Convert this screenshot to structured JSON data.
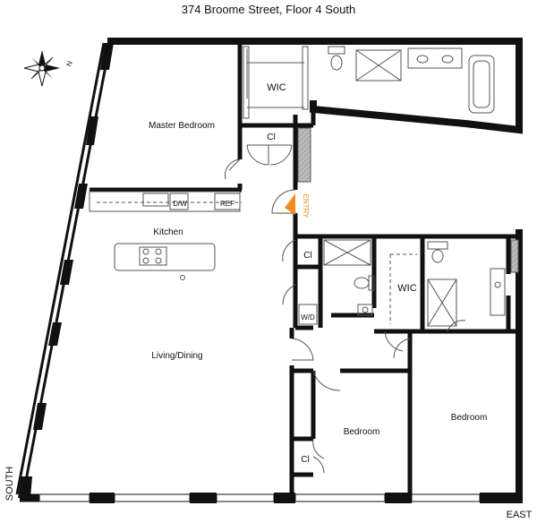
{
  "title": "374 Broome Street, Floor 4 South",
  "compass": {
    "north_label": "N",
    "icon": "compass-rose-icon"
  },
  "edge_labels": {
    "south": "SOUTH",
    "east": "EAST"
  },
  "rooms": {
    "master_bedroom": "Master Bedroom",
    "wic_master": "WIC",
    "closet_master": "Cl",
    "kitchen": "Kitchen",
    "dishwasher": "D/W",
    "refrigerator": "REF",
    "entry": "ENTRY",
    "closet_hall": "Cl",
    "washer_dryer": "W/D",
    "wic_second": "WIC",
    "living_dining": "Living/Dining",
    "bedroom_center": "Bedroom",
    "bedroom_east": "Bedroom",
    "closet_bedroom": "Cl"
  },
  "colors": {
    "walls": "#111111",
    "entry_marker": "#f28c1e",
    "fixtures": "#555555",
    "page": "#ffffff"
  }
}
